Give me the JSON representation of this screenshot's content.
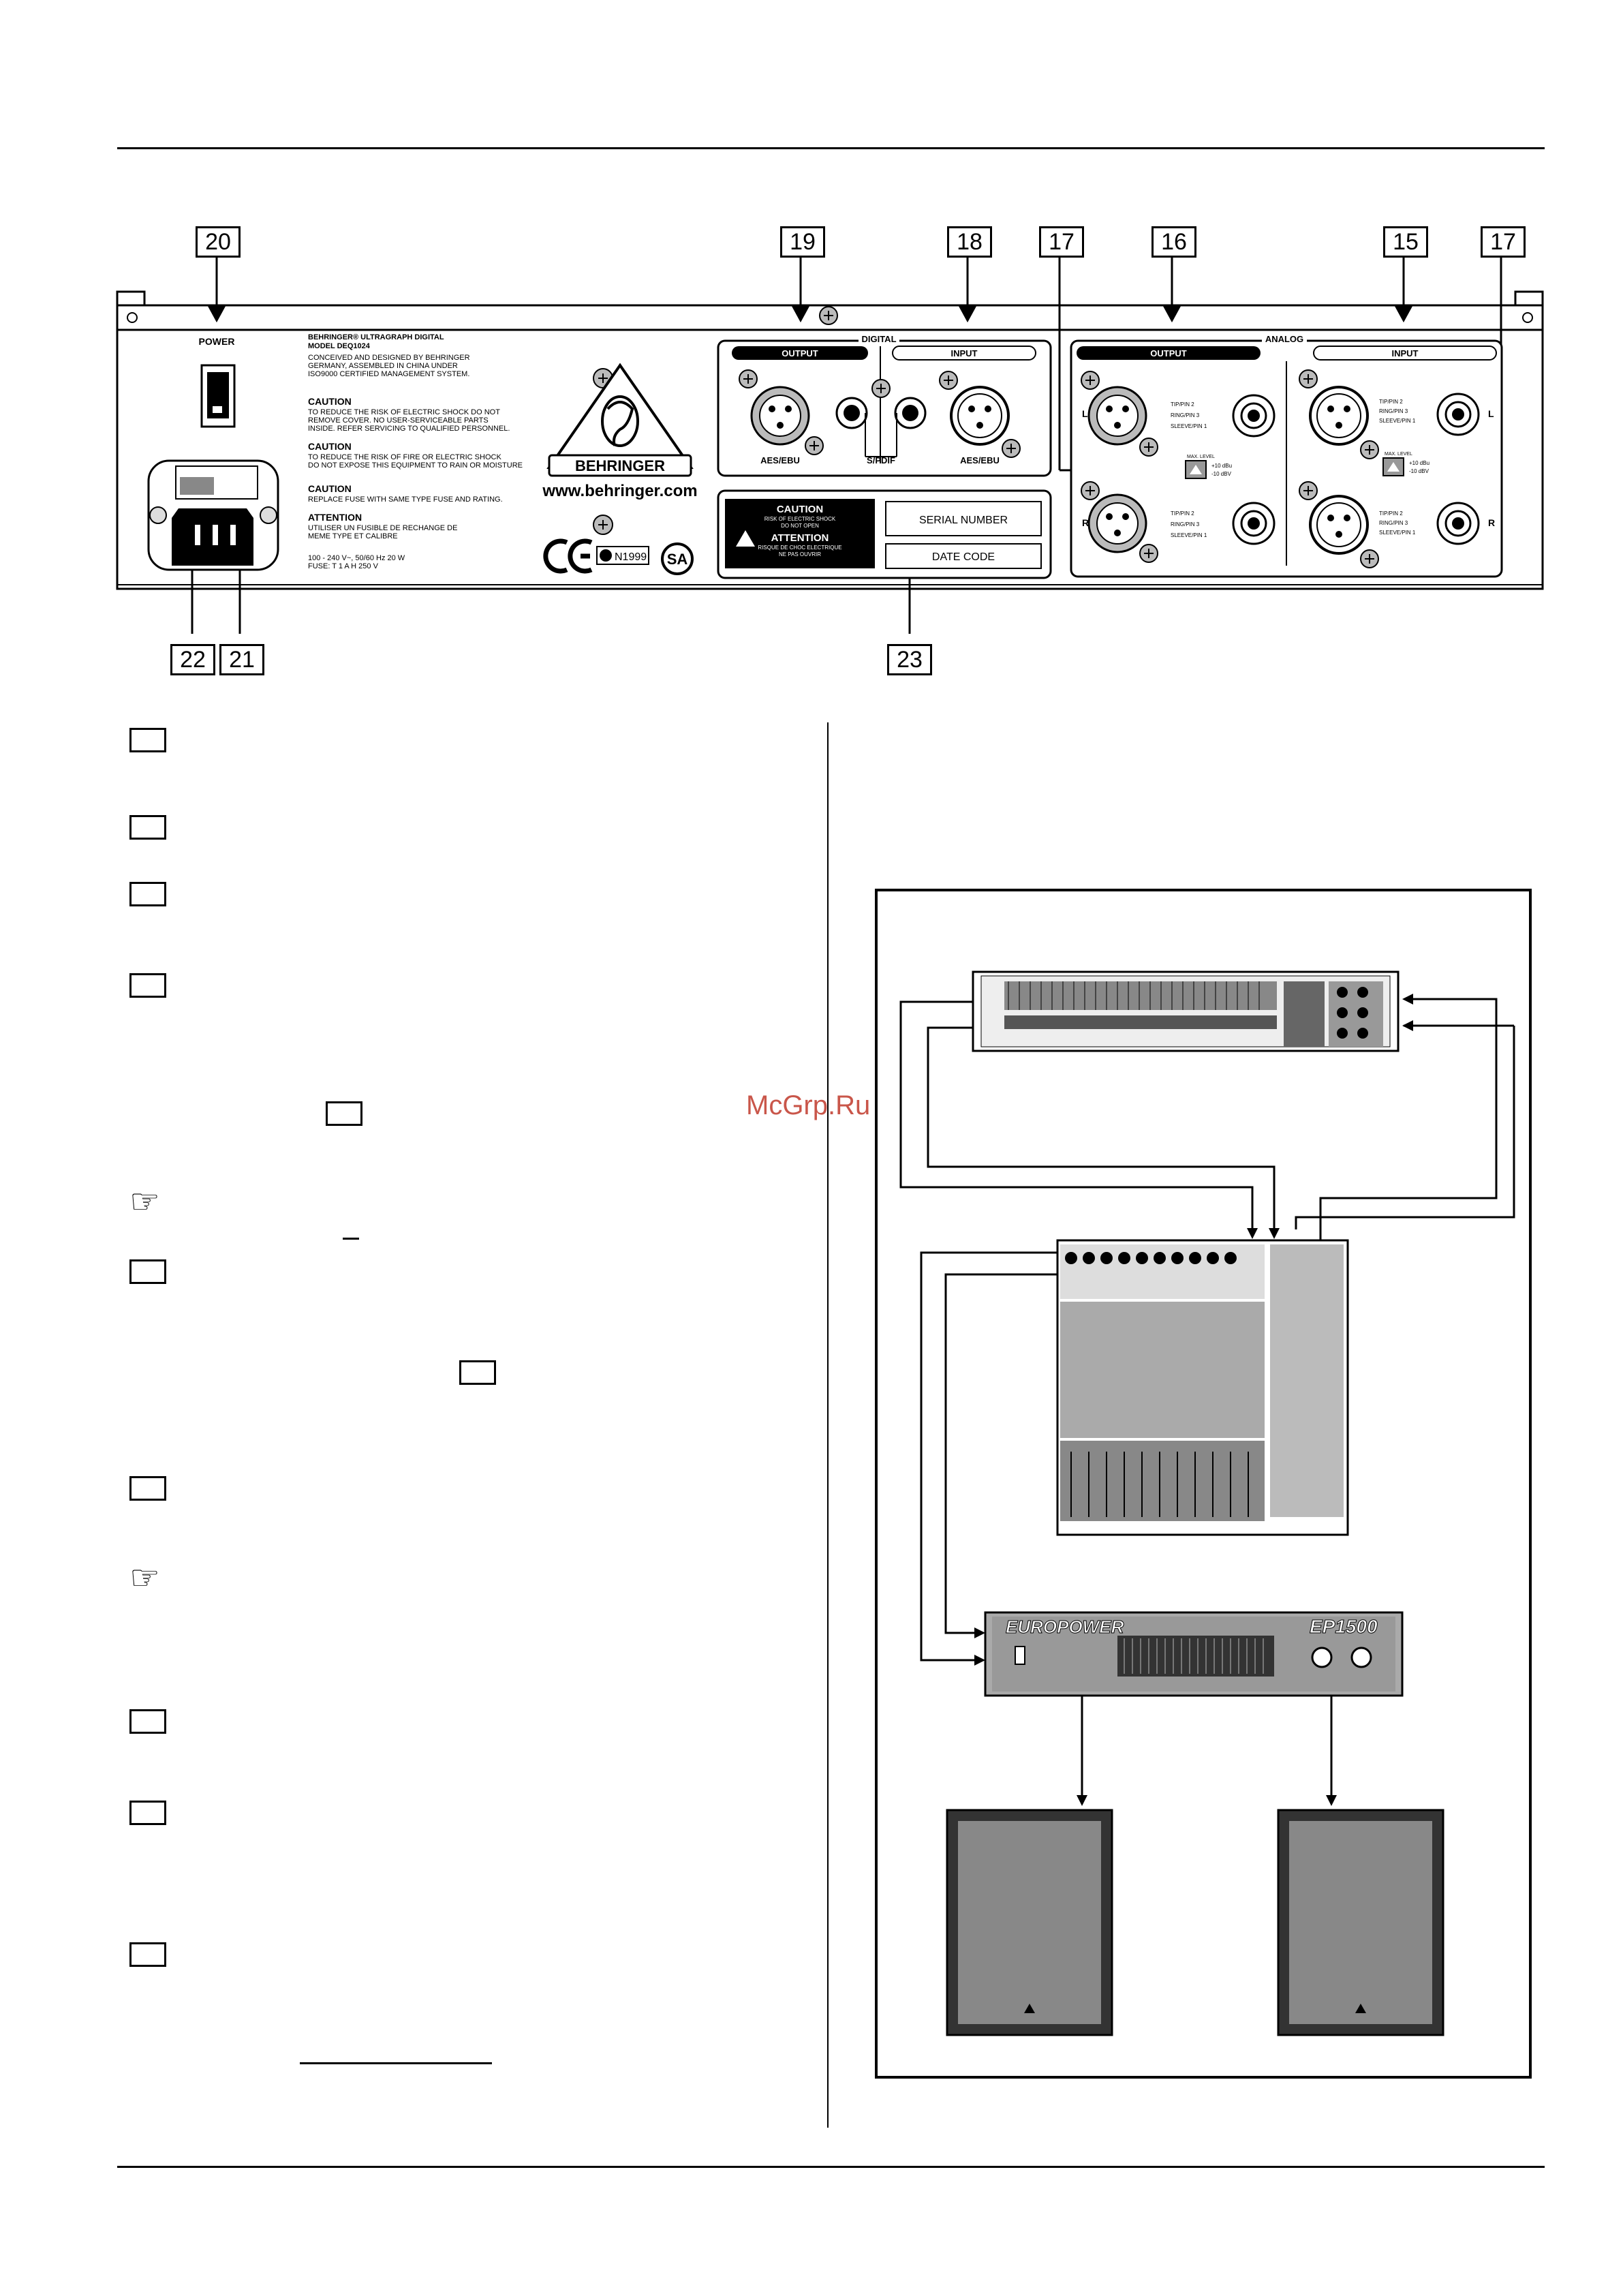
{
  "callouts": {
    "c20": "20",
    "c19": "19",
    "c18": "18",
    "c17a": "17",
    "c16": "16",
    "c15": "15",
    "c17b": "17",
    "c22": "22",
    "c21": "21",
    "c23": "23"
  },
  "panel": {
    "power_label": "POWER",
    "product_line": "BEHRINGER® ULTRAGRAPH DIGITAL",
    "model_line": "MODEL DEQ1024",
    "designed_1": "CONCEIVED AND DESIGNED BY BEHRINGER",
    "designed_2": "GERMANY, ASSEMBLED IN CHINA UNDER",
    "designed_3": "ISO9000 CERTIFIED MANAGEMENT SYSTEM.",
    "caution1_title": "CAUTION",
    "caution1_1": "TO REDUCE THE RISK OF ELECTRIC SHOCK DO NOT",
    "caution1_2": "REMOVE COVER. NO USER-SERVICEABLE PARTS",
    "caution1_3": "INSIDE. REFER SERVICING TO QUALIFIED PERSONNEL.",
    "caution2_title": "CAUTION",
    "caution2_1": "TO REDUCE THE RISK OF FIRE OR ELECTRIC SHOCK",
    "caution2_2": "DO NOT EXPOSE THIS EQUIPMENT TO RAIN OR MOISTURE",
    "caution3_title": "CAUTION",
    "caution3_1": "REPLACE FUSE WITH SAME TYPE FUSE AND RATING.",
    "attention_title": "ATTENTION",
    "attention_1": "UTILISER UN FUSIBLE DE RECHANGE DE",
    "attention_2": "MEME TYPE ET CALIBRE",
    "power_1": "100 - 240 V~, 50/60 Hz 20 W",
    "power_2": "FUSE: T 1 A H 250 V",
    "brand": "BEHRINGER",
    "website": "www.behringer.com",
    "n_mark": "N1999",
    "digital_label": "DIGITAL",
    "digital_output": "OUTPUT",
    "digital_input": "INPUT",
    "aes_out": "AES/EBU",
    "spdif": "S/PDIF",
    "aes_in": "AES/EBU",
    "analog_label": "ANALOG",
    "analog_output": "OUTPUT",
    "analog_input": "INPUT",
    "ch_l": "L",
    "ch_r": "R",
    "tip": "TIP/PIN 2",
    "ring": "RING/PIN 3",
    "sleeve": "SLEEVE/PIN 1",
    "max_level": "MAX. LEVEL",
    "plus10": "+10 dBu",
    "minus10": "-10 dBV",
    "warn_caution": "CAUTION",
    "warn_caution_sub1": "RISK OF ELECTRIC SHOCK",
    "warn_caution_sub2": "DO NOT OPEN",
    "warn_attention": "ATTENTION",
    "warn_attention_sub1": "RISQUE DE CHOC ELECTRIQUE",
    "warn_attention_sub2": "NE PAS OUVRIR",
    "serial_number": "SERIAL NUMBER",
    "date_code": "DATE CODE"
  },
  "diagram": {
    "amp_brand": "EUROPOWER",
    "amp_model": "EP1500"
  },
  "watermark": "McGrp.Ru"
}
